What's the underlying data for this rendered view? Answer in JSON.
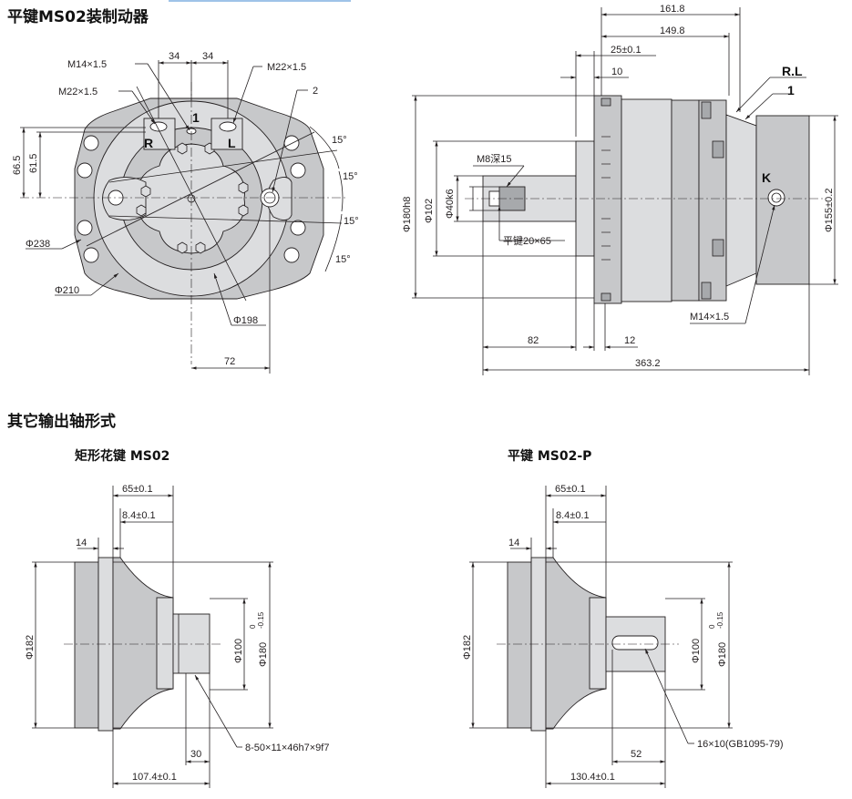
{
  "main_title": "平键MS02装制动器",
  "section_title": "其它输出轴形式",
  "front_view": {
    "dim_34_left": "34",
    "dim_34_right": "34",
    "port_m14": "M14×1.5",
    "port_m22_right": "M22×1.5",
    "port_m22_left": "M22×1.5",
    "item_2": "2",
    "dim_66_5": "66.5",
    "dim_61_5": "61.5",
    "port_R": "R",
    "port_L": "L",
    "port_1": "1",
    "angle_1": "15°",
    "angle_2": "15°",
    "angle_3": "15°",
    "angle_4": "15°",
    "dia_238": "Φ238",
    "dia_210": "Φ210",
    "dia_198": "Φ198",
    "dim_72": "72"
  },
  "side_view": {
    "dim_161_8": "161.8",
    "dim_149_8": "149.8",
    "dim_25": "25±0.1",
    "dim_10": "10",
    "label_RL": "R.L",
    "label_1": "1",
    "dia_180h8": "Φ180h8",
    "dia_102": "Φ102",
    "dia_40k6": "Φ40k6",
    "tap_m8": "M8深15",
    "key_label": "平键20×65",
    "port_K": "K",
    "dia_155": "Φ155±0.2",
    "port_m14": "M14×1.5",
    "dim_82": "82",
    "dim_12": "12",
    "dim_363_2": "363.2"
  },
  "spline_view": {
    "title": "矩形花键 MS02",
    "dim_65": "65±0.1",
    "dim_8_4": "8.4±0.1",
    "dim_14": "14",
    "dia_182": "Φ182",
    "dia_100": "Φ100",
    "dia_180": "Φ180",
    "tol_upper": "0",
    "tol_lower": "-0.15",
    "dim_30": "30",
    "spline_spec": "8-50×11×46h7×9f7",
    "dim_107_4": "107.4±0.1"
  },
  "key_view": {
    "title": "平键 MS02-P",
    "dim_65": "65±0.1",
    "dim_8_4": "8.4±0.1",
    "dim_14": "14",
    "dia_182": "Φ182",
    "dia_100": "Φ100",
    "dia_180": "Φ180",
    "tol_upper": "0",
    "tol_lower": "-0.15",
    "dim_52": "52",
    "key_spec": "16×10(GB1095-79)",
    "dim_130_4": "130.4±0.1"
  }
}
